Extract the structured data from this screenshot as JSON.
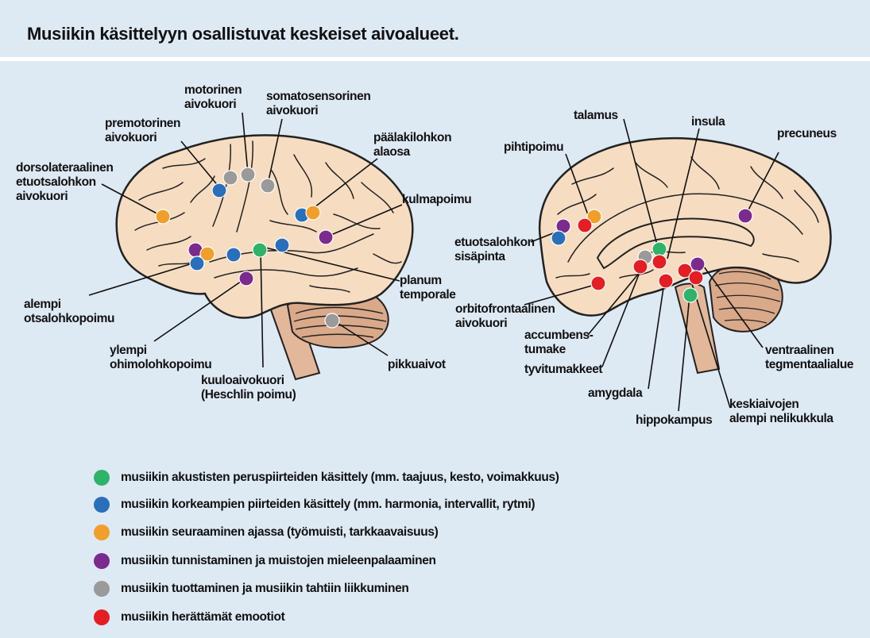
{
  "title": "Musiikin käsittelyyn osallistuvat keskeiset aivoalueet.",
  "colors": {
    "green": "#2fb36b",
    "blue": "#2a6fba",
    "orange": "#f0a02a",
    "purple": "#7b2a8e",
    "gray": "#9a9a9a",
    "red": "#e31e24",
    "brain_fill": "#f6dcc0",
    "background": "#dde9f3"
  },
  "labels": {
    "motorinen": [
      "motorinen",
      "aivokuori"
    ],
    "somatosensorinen": [
      "somatosensorinen",
      "aivokuori"
    ],
    "premotorinen": [
      "premotorinen",
      "aivokuori"
    ],
    "paalakilohkon": [
      "päälakilohkon",
      "alaosa"
    ],
    "dorsolateraalinen": [
      "dorsolateraalinen",
      "etuotsalohkon",
      "aivokuori"
    ],
    "kulmapoimu": [
      "kulmapoimu"
    ],
    "planum": [
      "planum",
      "temporale"
    ],
    "alempi_otsalohko": [
      "alempi",
      "otsalohkopoimu"
    ],
    "ylempi_ohimolohko": [
      "ylempi",
      "ohimolohkopoimu"
    ],
    "kuuloaivokuori": [
      "kuuloaivokuori",
      "(Heschlin poimu)"
    ],
    "pikkuaivot": [
      "pikkuaivot"
    ],
    "talamus": [
      "talamus"
    ],
    "insula": [
      "insula"
    ],
    "precuneus": [
      "precuneus"
    ],
    "pihtipoimu": [
      "pihtipoimu"
    ],
    "etuotsalohkon_sisapinta": [
      "etuotsalohkon",
      "sisäpinta"
    ],
    "orbitofrontaalinen": [
      "orbitofrontaalinen",
      "aivokuori"
    ],
    "accumbens": [
      "accumbens-",
      "tumake"
    ],
    "tyvitumakkeet": [
      "tyvitumakkeet"
    ],
    "ventraalinen": [
      "ventraalinen",
      "tegmentaalialue"
    ],
    "amygdala": [
      "amygdala"
    ],
    "keskiaivojen": [
      "keskiaivojen",
      "alempi nelikukkula"
    ],
    "hippokampus": [
      "hippokampus"
    ]
  },
  "legend": [
    {
      "color": "green",
      "text": "musiikin akustisten peruspiirteiden käsittely (mm. taajuus, kesto, voimakkuus)"
    },
    {
      "color": "blue",
      "text": "musiikin korkeampien piirteiden käsittely (mm. harmonia, intervallit, rytmi)"
    },
    {
      "color": "orange",
      "text": "musiikin seuraaminen ajassa (työmuisti, tarkkaavaisuus)"
    },
    {
      "color": "purple",
      "text": "musiikin tunnistaminen ja muistojen mieleenpalaaminen"
    },
    {
      "color": "gray",
      "text": "musiikin tuottaminen ja musiikin tahtiin liikkuminen"
    },
    {
      "color": "red",
      "text": "musiikin herättämät emootiot"
    }
  ]
}
